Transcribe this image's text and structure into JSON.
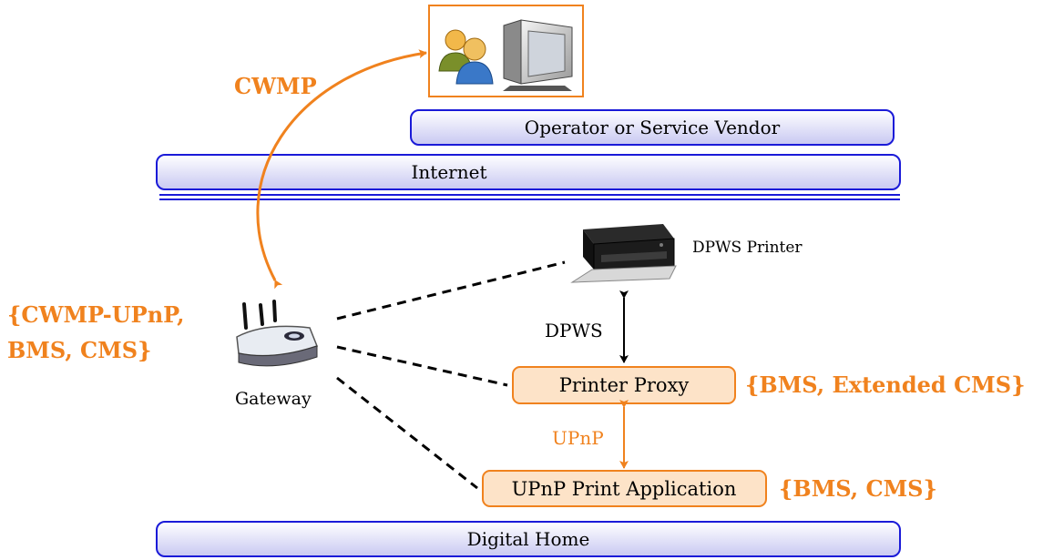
{
  "labels": {
    "cwmp": "CWMP",
    "operator": "Operator or Service Vendor",
    "internet": "Internet",
    "dpws_printer": "DPWS Printer",
    "gateway_caps_line1": "{CWMP-UPnP,",
    "gateway_caps_line2": "BMS, CMS}",
    "gateway": "Gateway",
    "dpws": "DPWS",
    "printer_proxy": "Printer Proxy",
    "proxy_caps": "{BMS, Extended CMS}",
    "upnp": "UPnP",
    "upnp_app": "UPnP Print Application",
    "app_caps": "{BMS, CMS}",
    "digital_home": "Digital Home"
  },
  "colors": {
    "accent": "#f0821e",
    "bar_border": "#1a1ad8",
    "bar_fill_top": "#ffffff",
    "bar_fill_bottom": "#c8c8f2",
    "node_fill": "#fde3c8"
  },
  "icons": [
    "operator-users-icon",
    "server-computer-icon",
    "printer-icon",
    "wireless-router-icon"
  ]
}
